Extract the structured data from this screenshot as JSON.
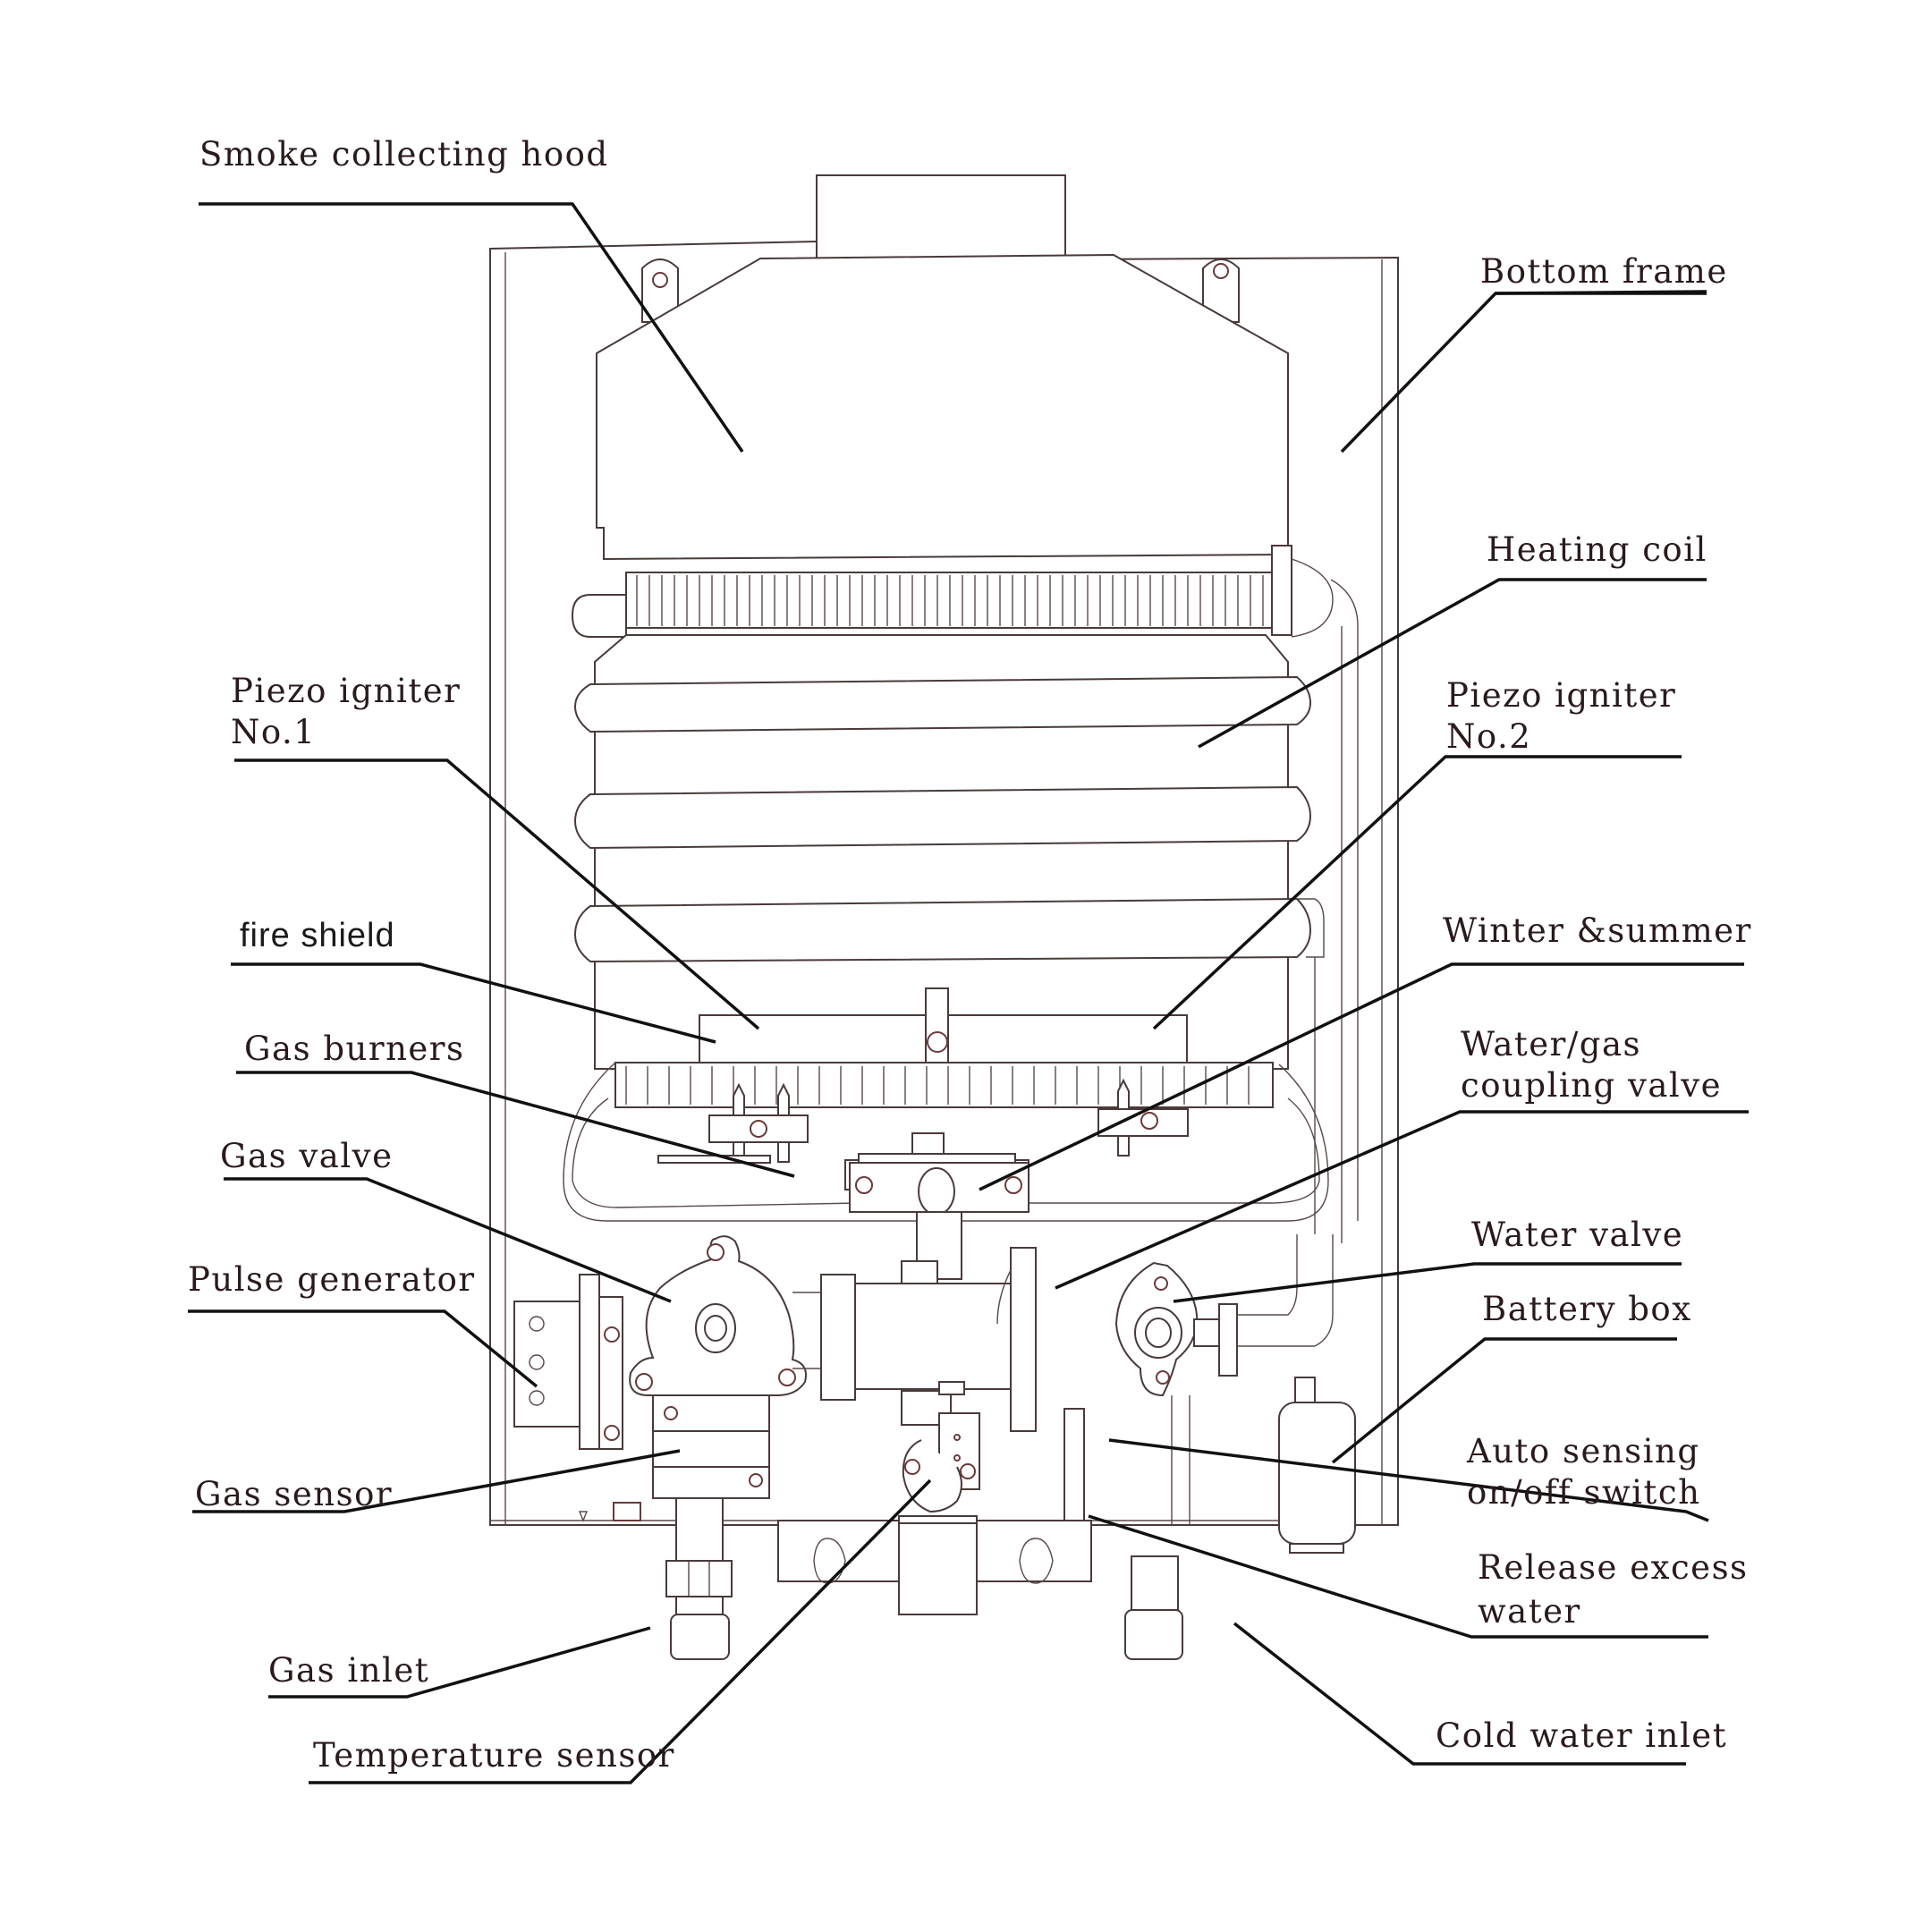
{
  "diagram": {
    "title": "Gas water heater component diagram",
    "colors": {
      "line": "#111111",
      "text": "#2a1a1c",
      "arrow": "#3a302e",
      "drawing": "#4a3a3a",
      "background": "#ffffff"
    },
    "labels": {
      "smoke_hood": [
        "Smoke collecting hood"
      ],
      "bottom_frame": [
        "Bottom frame"
      ],
      "heating_coil": [
        "Heating coil"
      ],
      "piezo_1": [
        "Piezo igniter",
        "No.1"
      ],
      "piezo_2": [
        "Piezo igniter",
        "No.2"
      ],
      "fire_shield": [
        "fire shield"
      ],
      "winter_summer": [
        "Winter &summer"
      ],
      "gas_burners": [
        "Gas burners"
      ],
      "coupling_valve": [
        "Water/gas",
        "coupling valve"
      ],
      "gas_valve": [
        "Gas valve"
      ],
      "water_valve": [
        "Water valve"
      ],
      "pulse_generator": [
        "Pulse generator"
      ],
      "battery_box": [
        "Battery box"
      ],
      "auto_switch": [
        "Auto sensing",
        "on/off switch"
      ],
      "gas_sensor": [
        "Gas sensor"
      ],
      "release_water": [
        "Release excess",
        "water"
      ],
      "gas_inlet": [
        "Gas inlet"
      ],
      "cold_water_inlet": [
        "Cold water inlet"
      ],
      "temperature_sensor": [
        "Temperature sensor"
      ]
    }
  }
}
